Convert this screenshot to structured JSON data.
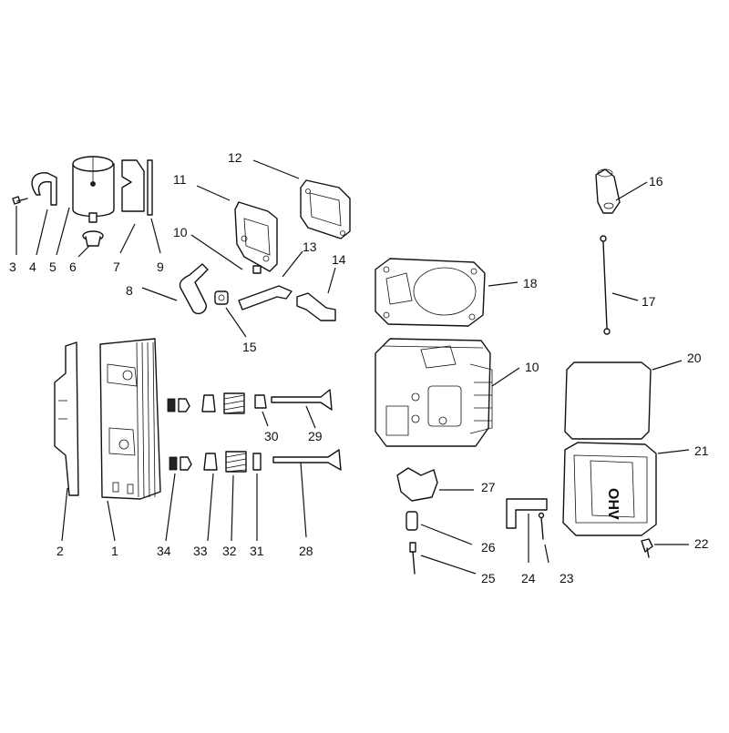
{
  "labels": [
    "1",
    "2",
    "3",
    "4",
    "5",
    "6",
    "7",
    "8",
    "9",
    "10",
    "10",
    "11",
    "12",
    "13",
    "14",
    "15",
    "16",
    "17",
    "18",
    "20",
    "21",
    "22",
    "23",
    "24",
    "25",
    "26",
    "27",
    "28",
    "29",
    "30",
    "31",
    "32",
    "33",
    "34"
  ],
  "valve_cover_text": "OHV",
  "colors": {
    "ink": "#111111",
    "background": "#ffffff"
  }
}
